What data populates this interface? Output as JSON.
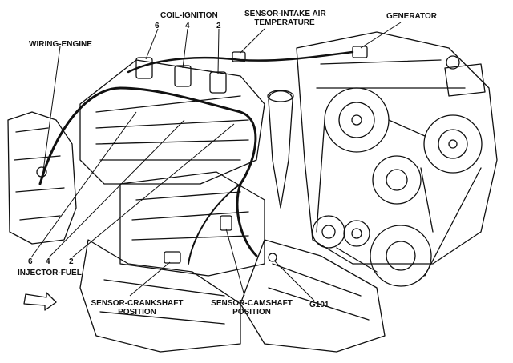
{
  "labels": {
    "coil_ignition": "COIL-IGNITION",
    "coil_numbers": [
      "6",
      "4",
      "2"
    ],
    "sensor_intake_air_temp": [
      "SENSOR-INTAKE AIR",
      "TEMPERATURE"
    ],
    "generator": "GENERATOR",
    "wiring_engine": "WIRING-ENGINE",
    "injector_numbers": [
      "6",
      "4",
      "2"
    ],
    "injector_fuel": "INJECTOR-FUEL",
    "sensor_crankshaft": [
      "SENSOR-CRANKSHAFT",
      "POSITION"
    ],
    "sensor_camshaft": [
      "SENSOR-CAMSHAFT",
      "POSITION"
    ],
    "g101": "G101"
  },
  "colors": {
    "line": "#111111",
    "background": "#ffffff"
  }
}
